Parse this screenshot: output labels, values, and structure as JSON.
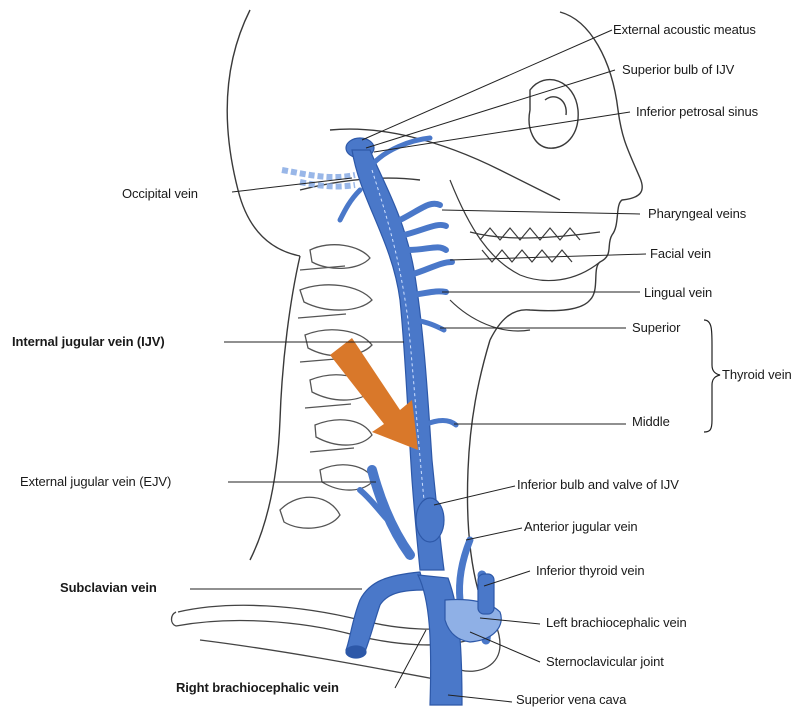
{
  "labels": {
    "external_acoustic_meatus": "External acoustic meatus",
    "superior_bulb_ijv": "Superior bulb of IJV",
    "inferior_petrosal_sinus": "Inferior petrosal sinus",
    "occipital_vein": "Occipital vein",
    "pharyngeal_veins": "Pharyngeal veins",
    "facial_vein": "Facial vein",
    "lingual_vein": "Lingual vein",
    "internal_jugular_vein": "Internal jugular vein (IJV)",
    "thyroid_superior": "Superior",
    "thyroid_vein": "Thyroid vein",
    "thyroid_middle": "Middle",
    "external_jugular_vein": "External jugular vein (EJV)",
    "inferior_bulb_valve": "Inferior bulb and valve of IJV",
    "anterior_jugular_vein": "Anterior jugular vein",
    "subclavian_vein": "Subclavian vein",
    "inferior_thyroid_vein": "Inferior thyroid vein",
    "left_brachiocephalic_vein": "Left brachiocephalic vein",
    "sternoclavicular_joint": "Sternoclavicular joint",
    "right_brachiocephalic_vein": "Right brachiocephalic vein",
    "superior_vena_cava": "Superior vena cava"
  },
  "colors": {
    "vein_fill": "#4a78c9",
    "vein_dark": "#2d58a8",
    "vein_light": "#8fb0e6",
    "arrow": "#d9782a",
    "outline": "#3a3a3a",
    "leader": "#222222"
  }
}
